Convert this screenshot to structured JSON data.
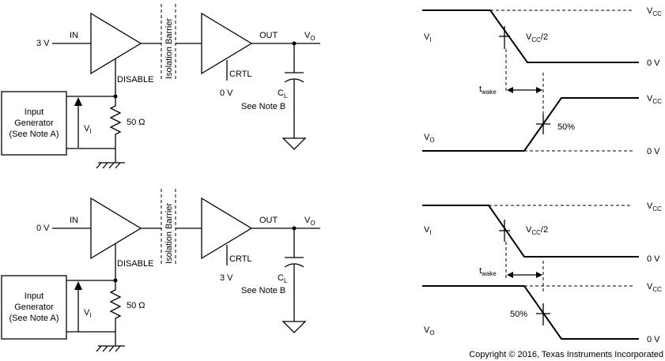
{
  "circuits": [
    {
      "input_voltage": "3 V",
      "in_label": "IN",
      "disable_label": "DISABLE",
      "barrier_label": "Isolation Barrier",
      "out_label": "OUT",
      "vo_main": "V",
      "vo_sub": "O",
      "crtl_label": "CRTL",
      "crtl_voltage": "0 V",
      "cl_main": "C",
      "cl_sub": "L",
      "note_b": "See Note B",
      "gen_line1": "Input",
      "gen_line2": "Generator",
      "gen_line3": "(See Note A)",
      "vi_main": "V",
      "vi_sub": "I",
      "resistor_label": "50 Ω"
    },
    {
      "input_voltage": "0 V",
      "in_label": "IN",
      "disable_label": "DISABLE",
      "barrier_label": "Isolation Barrier",
      "out_label": "OUT",
      "vo_main": "V",
      "vo_sub": "O",
      "crtl_label": "CRTL",
      "crtl_voltage": "3 V",
      "cl_main": "C",
      "cl_sub": "L",
      "note_b": "See Note B",
      "gen_line1": "Input",
      "gen_line2": "Generator",
      "gen_line3": "(See Note A)",
      "vi_main": "V",
      "vi_sub": "I",
      "resistor_label": "50 Ω"
    }
  ],
  "waveforms": [
    {
      "vcc_top_main": "V",
      "vcc_top_sub": "CC",
      "vi_main": "V",
      "vi_sub": "I",
      "half_main": "V",
      "half_sub": "CC",
      "half_suffix": "/2",
      "zero_top": "0 V",
      "twake_main": "t",
      "twake_sub": "wake",
      "vcc_bot_main": "V",
      "vcc_bot_sub": "CC",
      "vo_main": "V",
      "vo_sub": "O",
      "pct": "50%",
      "zero_bot": "0 V"
    },
    {
      "vcc_top_main": "V",
      "vcc_top_sub": "CC",
      "vi_main": "V",
      "vi_sub": "I",
      "half_main": "V",
      "half_sub": "CC",
      "half_suffix": "/2",
      "zero_top": "0 V",
      "twake_main": "t",
      "twake_sub": "wake",
      "vcc_bot_main": "V",
      "vcc_bot_sub": "CC",
      "vo_main": "V",
      "vo_sub": "O",
      "pct": "50%",
      "zero_bot": "0 V"
    }
  ],
  "copyright": "Copyright © 2016, Texas Instruments Incorporated"
}
